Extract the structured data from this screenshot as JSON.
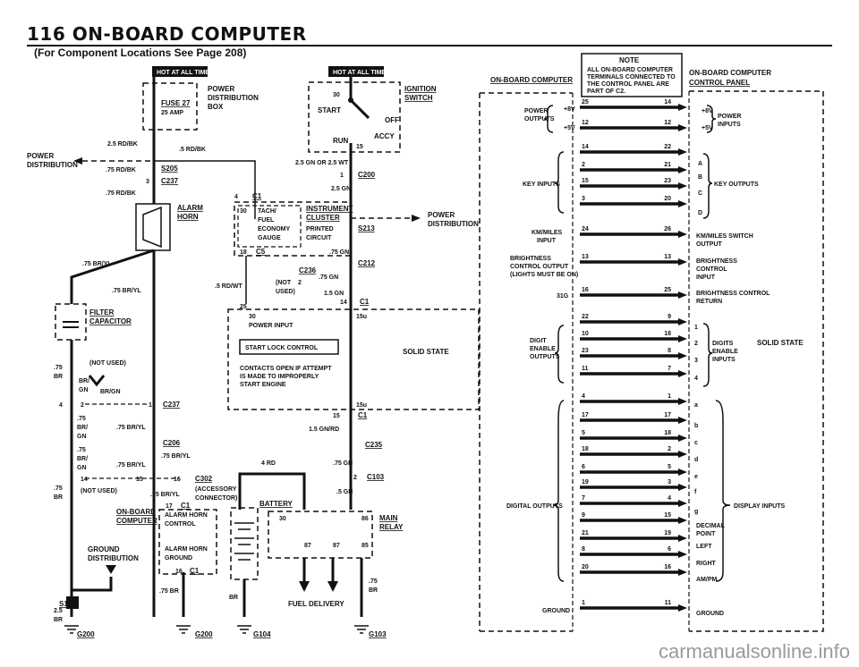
{
  "header": {
    "page_number": "116",
    "title": "ON-BOARD COMPUTER",
    "subtitle": "(For Component Locations See Page 208)"
  },
  "badges": {
    "hot_left": "HOT AT ALL TIMES",
    "hot_right": "HOT AT ALL TIMES"
  },
  "left": {
    "power_dist_box": [
      "POWER",
      "DISTRIBUTION",
      "BOX"
    ],
    "fuse": [
      "FUSE 27",
      "25 AMP"
    ],
    "ignition_switch": [
      "IGNITION",
      "SWITCH"
    ],
    "ign_positions": {
      "n30": "30",
      "start": "START",
      "off": "OFF",
      "accy": "ACCY",
      "run": "RUN",
      "n15": "15"
    },
    "wire_25rdbk": "2.5 RD/BK",
    "wire_5rdbk": ".5 RD/BK",
    "power_distribution": [
      "POWER",
      "DISTRIBUTION"
    ],
    "wire_75rdbk_a": ".75 RD/BK",
    "s205": "S205",
    "c237_a_pin": "3",
    "c237_a": "C237",
    "wire_75rdbk_b": ".75 RD/BK",
    "alarm_horn": [
      "ALARM",
      "HORN"
    ],
    "wire_25gn_or": "2.5 GN OR 2.5 WT",
    "c200_pin": "1",
    "c200": "C200",
    "wire_25gn": "2.5 GN",
    "c1_pin": "4",
    "c1": "C1",
    "cluster_box": {
      "pin30": "30",
      "tach": "TACH/",
      "fuel": "FUEL",
      "economy": "ECONOMY",
      "gauge": "GAUGE"
    },
    "instrument_cluster": [
      "INSTRUMENT",
      "CLUSTER"
    ],
    "printed_circuit": [
      "PRINTED",
      "CIRCUIT"
    ],
    "s213": "S213",
    "power_distribution_2": [
      "POWER",
      "DISTRIBUTION"
    ],
    "pin18": "18",
    "c5": "C5",
    "wire_75gn": ".75 GN",
    "c212": "C212",
    "wire_75bryl_a": ".75 BR/YL",
    "wire_5rdwt": ".5 RD/WT",
    "not_used_a": [
      "(NOT",
      "USED)"
    ],
    "c236": "C236",
    "c236_pin": "2",
    "wire_75gn_b": ".75 GN",
    "wire_15gn": "1.5 GN",
    "pin14": "14",
    "c1_b": "C1",
    "wire_75bryl_b": ".75 BR/YL",
    "filter_capacitor": [
      "FILTER",
      "CAPACITOR"
    ],
    "pin25": "25",
    "pin30_input": "30",
    "power_input": "POWER INPUT",
    "pin15u": "15u",
    "start_lock_control": "START LOCK CONTROL",
    "contacts_note": [
      "CONTACTS OPEN IF ATTEMPT",
      "IS MADE TO IMPROPERLY",
      "START ENGINE"
    ],
    "solid_state": "SOLID STATE",
    "pin15u_b": "15u",
    "wire_75br": [
      ".75",
      "BR"
    ],
    "not_used_b": "(NOT USED)",
    "wire_brgn_a": [
      "BR/",
      "GN"
    ],
    "wire_brgn_b": "BR/GN",
    "pin4": "4",
    "pin2": "2",
    "pin1": "1",
    "c237_b": "C237",
    "pin15_c1": "15",
    "c1_c": "C1",
    "wire_15gnrd": "1.5 GN/RD",
    "wire_75brylgn": [
      ".75",
      "BR/",
      "GN"
    ],
    "wire_75bryl_c": ".75 BR/YL",
    "c206": "C206",
    "wire_75bryl_d": ".75 BR/YL",
    "c235": "C235",
    "wire_75brylgn_b": [
      ".75",
      "BR/",
      "GN"
    ],
    "wire_75bryl_e": ".75 BR/YL",
    "wire_4rd": "4 RD",
    "wire_75gn_c": ".75 GN",
    "pin14_b": "14",
    "pin15_b": "15",
    "pin16": "16",
    "c302": "C302",
    "accessory_connector": [
      "(ACCESSORY",
      "CONNECTOR)"
    ],
    "pin2_c103": "2",
    "c103": "C103",
    "wire_75br_b": [
      ".75",
      "BR"
    ],
    "not_used_c": "(NOT USED)",
    "wire_75bryl_f": ".75 BR/YL",
    "wire_5gn": ".5 GN",
    "pin17": "17",
    "c1_d": "C1",
    "battery": "BATTERY",
    "on_board_computer": [
      "ON-BOARD",
      "COMPUTER"
    ],
    "alarm_horn_control": [
      "ALARM HORN",
      "CONTROL"
    ],
    "main_relay": [
      "MAIN",
      "RELAY"
    ],
    "relay_pins": {
      "p30": "30",
      "p86": "86",
      "p87": "87",
      "p87b": "87",
      "p85": "85"
    },
    "ground_distribution": [
      "GROUND",
      "DISTRIBUTION"
    ],
    "alarm_horn_ground": [
      "ALARM HORN",
      "GROUND"
    ],
    "pin16_c1": "16",
    "c1_e": "C1",
    "wire_75br_c": ".75 BR",
    "wire_br": "BR",
    "wire_75br_d": [
      ".75",
      "BR"
    ],
    "fuel_delivery": "FUEL DELIVERY",
    "wire_25br": [
      "2.5",
      "BR"
    ],
    "s114": "S114",
    "g200_a": "G200",
    "g200_b": "G200",
    "g104": "G104",
    "g103": "G103"
  },
  "right": {
    "note": [
      "NOTE",
      "ALL ON-BOARD COMPUTER",
      "TERMINALS CONNECTED TO",
      "THE CONTROL PANEL ARE",
      "PART OF C2."
    ],
    "obc_label": "ON-BOARD COMPUTER",
    "panel_label": [
      "ON-BOARD COMPUTER",
      "CONTROL PANEL"
    ],
    "left_groups": [
      {
        "label": [
          "POWER",
          "OUTPUTS"
        ],
        "sub": [
          "+8V",
          "+5V"
        ]
      },
      {
        "label": [
          "KEY INPUTS"
        ]
      },
      {
        "label": [
          "KM/MILES",
          "INPUT"
        ]
      },
      {
        "label": [
          "BRIGHTNESS",
          "CONTROL OUTPUT",
          "(LIGHTS MUST BE ON)"
        ]
      },
      {
        "label": [
          "31G"
        ]
      },
      {
        "label": [
          "DIGIT",
          "ENABLE",
          "OUTPUTS"
        ]
      },
      {
        "label": [
          "DIGITAL OUTPUTS"
        ]
      },
      {
        "label": [
          "GROUND"
        ]
      }
    ],
    "right_groups": [
      {
        "label": [
          "POWER",
          "INPUTS"
        ],
        "sub": [
          "+8V",
          "+5V"
        ]
      },
      {
        "label": [
          "KEY OUTPUTS"
        ],
        "sub": [
          "A",
          "B",
          "C",
          "D"
        ]
      },
      {
        "label": [
          "KM/MILES SWITCH",
          "OUTPUT"
        ]
      },
      {
        "label": [
          "BRIGHTNESS",
          "CONTROL",
          "INPUT"
        ]
      },
      {
        "label": [
          "BRIGHTNESS CONTROL",
          "RETURN"
        ]
      },
      {
        "label": [
          "DIGITS",
          "ENABLE",
          "INPUTS"
        ],
        "sub": [
          "1",
          "2",
          "3",
          "4"
        ]
      },
      {
        "label": [
          "SOLID STATE"
        ]
      },
      {
        "label": [
          "DISPLAY INPUTS"
        ],
        "sub": [
          "a",
          "b",
          "c",
          "d",
          "e",
          "f",
          "g"
        ]
      },
      {
        "label": [
          "DECIMAL",
          "POINT"
        ]
      },
      {
        "label": [
          "LEFT"
        ]
      },
      {
        "label": [
          "RIGHT"
        ]
      },
      {
        "label": [
          "AM/PM"
        ]
      },
      {
        "label": [
          "GROUND"
        ]
      }
    ],
    "pins_left": [
      "25",
      "12",
      "14",
      "2",
      "15",
      "3",
      "24",
      "13",
      "16",
      "22",
      "10",
      "23",
      "11",
      "4",
      "17",
      "5",
      "18",
      "6",
      "19",
      "7",
      "9",
      "21",
      "8",
      "20",
      "1"
    ],
    "pins_right": [
      "14",
      "12",
      "22",
      "21",
      "23",
      "20",
      "26",
      "13",
      "25",
      "9",
      "18",
      "8",
      "7",
      "1",
      "17",
      "18",
      "2",
      "5",
      "3",
      "4",
      "15",
      "19",
      "6",
      "16",
      "11"
    ]
  },
  "footer": {
    "watermark": "carmanualsonline.info"
  }
}
